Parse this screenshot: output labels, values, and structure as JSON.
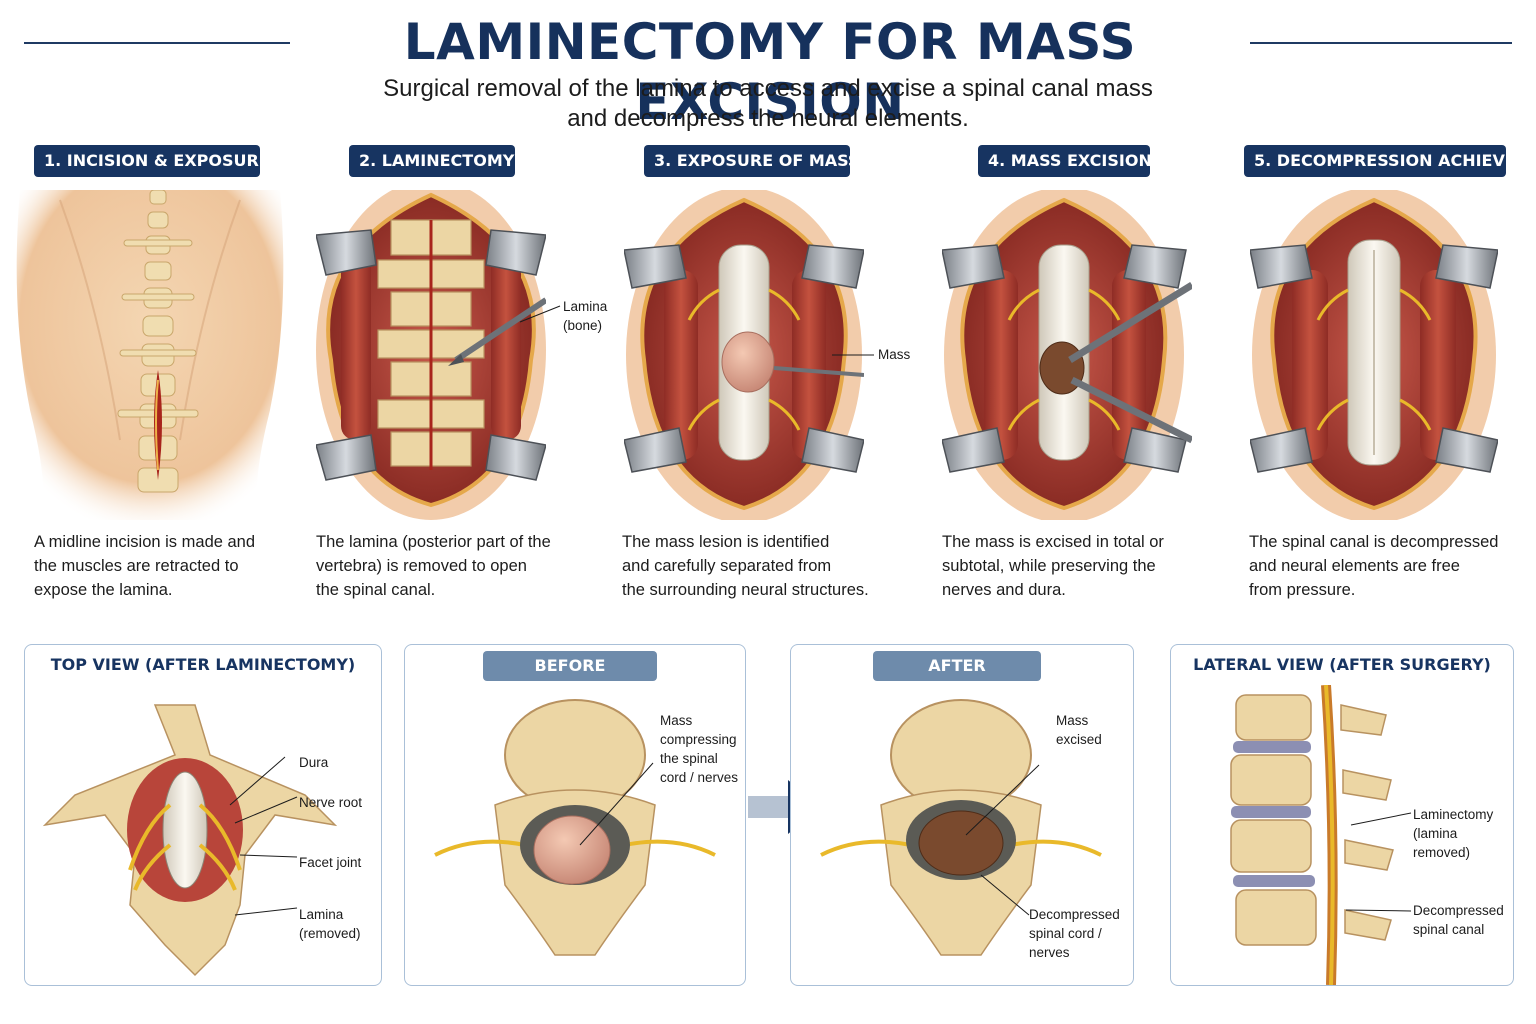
{
  "header": {
    "title": "LAMINECTOMY FOR MASS EXCISION",
    "subtitle_line1": "Surgical removal of the lamina to access and excise a spinal canal mass",
    "subtitle_line2": "and decompress the neural elements."
  },
  "steps": [
    {
      "label": "1. INCISION & EXPOSURE",
      "desc": [
        "A midline incision is made and",
        "the muscles are retracted to",
        "expose the lamina."
      ]
    },
    {
      "label": "2. LAMINECTOMY",
      "desc": [
        "The lamina (posterior part of the",
        "vertebra) is removed to open",
        "the spinal canal."
      ],
      "callout": [
        "Lamina",
        "(bone)"
      ]
    },
    {
      "label": "3. EXPOSURE OF MASS",
      "desc": [
        "The mass lesion is identified",
        "and carefully separated from",
        "the surrounding neural structures."
      ],
      "callout": [
        "Mass"
      ]
    },
    {
      "label": "4. MASS EXCISION",
      "desc": [
        "The mass is excised in total or",
        "subtotal, while preserving the",
        "nerves and dura."
      ]
    },
    {
      "label": "5. DECOMPRESSION ACHIEVED",
      "desc": [
        "The spinal canal is decompressed",
        "and neural elements are free",
        "from pressure."
      ]
    }
  ],
  "views": {
    "top_view": {
      "title": "TOP VIEW (AFTER LAMINECTOMY)",
      "labels": [
        "Dura",
        "Nerve root",
        "Facet joint",
        "Lamina",
        "(removed)"
      ]
    },
    "before": {
      "title": "BEFORE SURGERY",
      "labels": [
        "Mass",
        "compressing",
        "the spinal",
        "cord / nerves"
      ]
    },
    "after": {
      "title": "AFTER SURGERY",
      "labels_top": [
        "Mass",
        "excised"
      ],
      "labels_bottom": [
        "Decompressed",
        "spinal cord /",
        "nerves"
      ]
    },
    "lateral": {
      "title": "LATERAL VIEW (AFTER SURGERY)",
      "labels_top": [
        "Laminectomy",
        "(lamina",
        "removed)"
      ],
      "labels_bottom": [
        "Decompressed",
        "spinal canal"
      ]
    }
  },
  "colors": {
    "navy": "#173461",
    "badge_gray": "#6e8bab",
    "bone": "#e6cf9e",
    "muscle": "#b8453a",
    "nerve": "#e9b92a",
    "dura": "#ece8df",
    "skin": "#f1cfa8",
    "box_border": "#aac0d8"
  }
}
